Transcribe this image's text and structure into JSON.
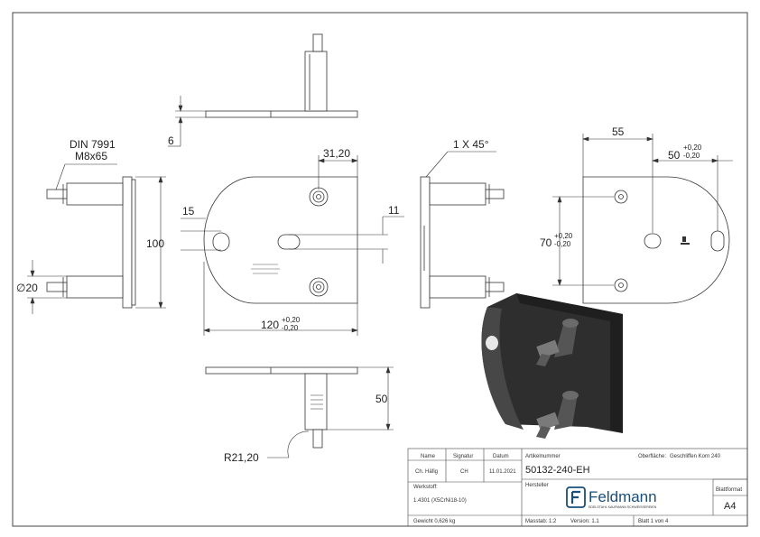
{
  "dimensions": {
    "thickness": "6",
    "stud_spec_1": "DIN 7991",
    "stud_spec_2": "M8x65",
    "height": "100",
    "dia": "∅20",
    "hole_center": "31,20",
    "slot_offset": "15",
    "slot_width": "11",
    "width": "120",
    "width_tol_plus": "+0,20",
    "width_tol_minus": "-0,20",
    "chamfer": "1 X 45°",
    "right_55": "55",
    "right_50": "50",
    "right_50_tol_plus": "+0,20",
    "right_50_tol_minus": "-0,20",
    "right_70": "70",
    "right_70_tol_plus": "+0,20",
    "right_70_tol_minus": "-0,20",
    "bottom_50": "50",
    "radius": "R21,20"
  },
  "title_block": {
    "col_name": "Name",
    "col_signature": "Signatur",
    "col_date": "Datum",
    "row_label": "Ch. Häfig",
    "row_sign": "CH",
    "row_date": "11.01.2021",
    "article_label": "Artikelnummer",
    "article_number": "50132-240-EH",
    "surface_label": "Oberfläche:",
    "surface_value": "Geschliffen Korn 240",
    "material_label": "Werkstoff:",
    "material_value": "1.4301 (X5CrNi18-10)",
    "manufacturer_label": "Hersteller",
    "logo_text": "Feldmann",
    "logo_tagline": "EDELSTAHL KAUFMANN SCHWEISSEREIEN",
    "format_label": "Blattformat",
    "format_value": "A4",
    "weight": "Gewicht 0,626 kg",
    "scale": "Masstab: 1:2",
    "version": "Version: 1.1",
    "sheet": "Blatt 1 von 4"
  },
  "colors": {
    "line": "#333333",
    "render_plate": "#3c3c3c",
    "logo": "#1a4f7a"
  }
}
